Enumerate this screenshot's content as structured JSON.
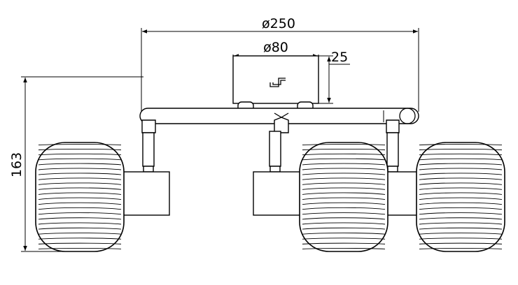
{
  "dimensions": {
    "overall_width": "ø250",
    "base_width": "ø80",
    "base_height": "25",
    "overall_height": "163"
  },
  "colors": {
    "line": "#000000",
    "background": "#ffffff"
  }
}
